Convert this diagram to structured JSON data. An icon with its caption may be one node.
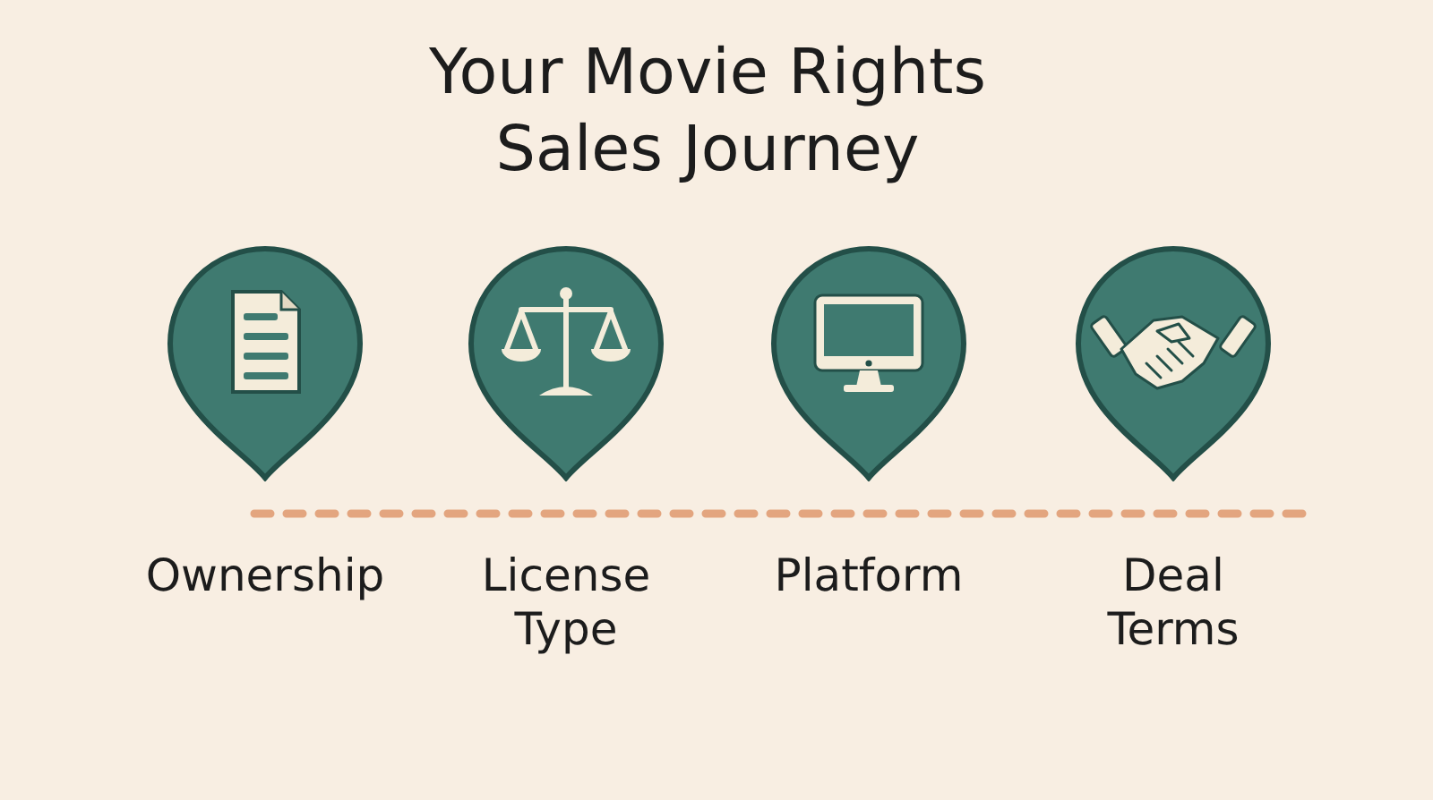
{
  "diagram": {
    "title": "Your Movie Rights Sales Journey",
    "nodes": [
      {
        "text": [
          "Ownership"
        ]
      },
      {
        "text": [
          "License Type"
        ]
      },
      {
        "text": [
          "Platform"
        ]
      },
      {
        "text": [
          "Deal Terms"
        ]
      }
    ]
  }
}
